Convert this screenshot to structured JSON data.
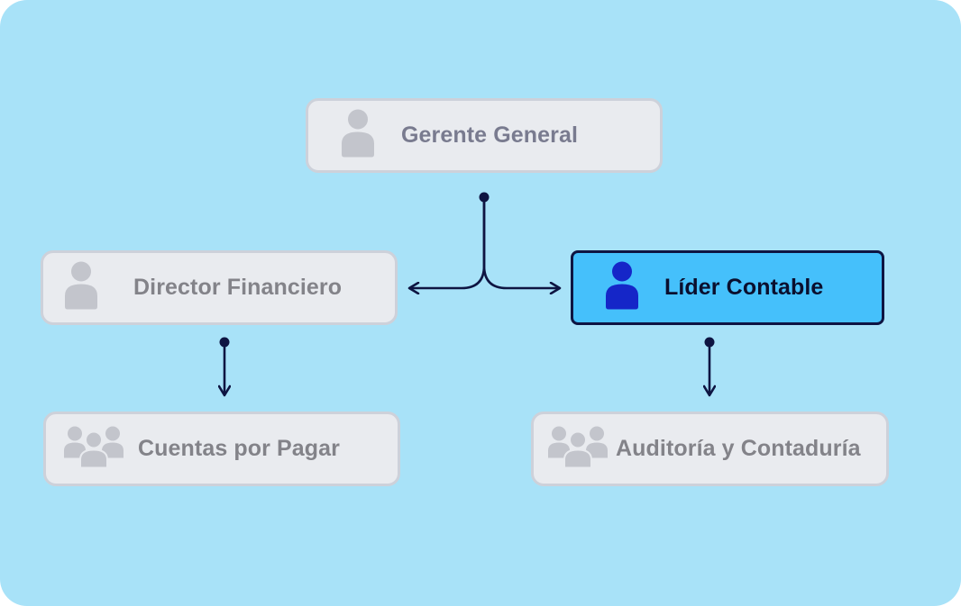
{
  "diagram": {
    "nodes": [
      {
        "id": "gerente",
        "label": "Gerente General",
        "icon": "person-icon",
        "state": "inactive"
      },
      {
        "id": "director",
        "label": "Director Financiero",
        "icon": "person-icon",
        "state": "inactive"
      },
      {
        "id": "lider",
        "label": "Líder Contable",
        "icon": "person-icon",
        "state": "active"
      },
      {
        "id": "cuentas",
        "label": "Cuentas por Pagar",
        "icon": "group-icon",
        "state": "inactive"
      },
      {
        "id": "auditoria",
        "label": "Auditoría y Contaduría",
        "icon": "group-icon",
        "state": "inactive"
      }
    ],
    "edges": [
      {
        "from": "gerente",
        "to": "director"
      },
      {
        "from": "gerente",
        "to": "lider"
      },
      {
        "from": "director",
        "to": "cuentas"
      },
      {
        "from": "lider",
        "to": "auditoria"
      }
    ]
  },
  "colors": {
    "background": "#a8e2f8",
    "node_fill": "#e9ebef",
    "node_border": "#cdd1da",
    "active_fill": "#45c0fb",
    "active_border": "#0e1542",
    "active_icon": "#1526c8",
    "inactive_icon": "#c3c5cc",
    "connector": "#0e1542"
  }
}
